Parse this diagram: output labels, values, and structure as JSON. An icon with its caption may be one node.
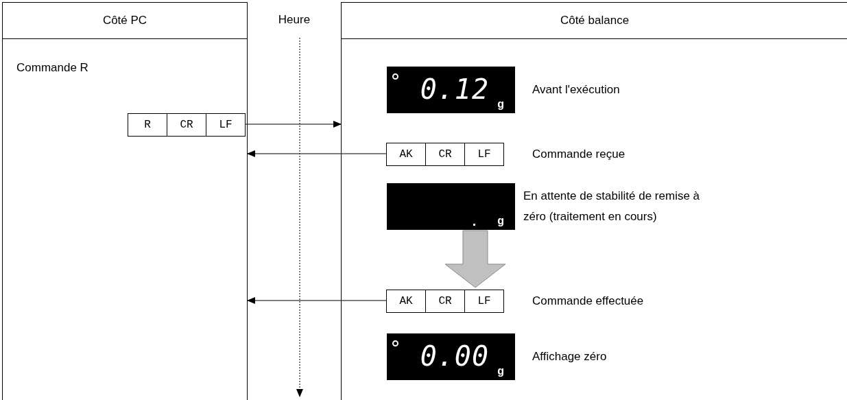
{
  "diagram": {
    "nodes": [
      {
        "text": [
          "Côté PC"
        ]
      },
      {
        "text": [
          "Heure"
        ]
      },
      {
        "text": [
          "Côté balance"
        ]
      },
      {
        "text": [
          "R",
          "CR",
          "LF"
        ],
        "in": 0
      },
      {
        "text": [
          "0.12",
          "g"
        ],
        "in": 2,
        "beside": [
          "Avant l'exécution"
        ]
      },
      {
        "text": [
          "AK",
          "CR",
          "LF"
        ],
        "in": 2,
        "beside": [
          "Commande reçue"
        ]
      },
      {
        "text": [
          "g"
        ],
        "in": 2,
        "beside": [
          "En attente de stabilité de remise à zéro (traitement en cours)"
        ]
      },
      {
        "text": [
          "AK",
          "CR",
          "LF"
        ],
        "in": 2,
        "beside": [
          "Commande effectuée"
        ]
      },
      {
        "text": [
          "0.00",
          "g"
        ],
        "in": 2,
        "beside": [
          "Affichage zéro"
        ]
      }
    ],
    "edges": [
      {
        "from": 3,
        "to": 2,
        "arrow": "to"
      },
      {
        "from": 5,
        "to": 0,
        "arrow": "to"
      },
      {
        "from": 6,
        "to": 7,
        "arrow": "to",
        "style": "thick",
        "color": "#c0c0c0"
      },
      {
        "from": 7,
        "to": 0,
        "arrow": "to"
      },
      {
        "from": 1,
        "to": null,
        "arrow": "to",
        "style": "dashed"
      }
    ],
    "labels": [
      "Commande R"
    ]
  }
}
